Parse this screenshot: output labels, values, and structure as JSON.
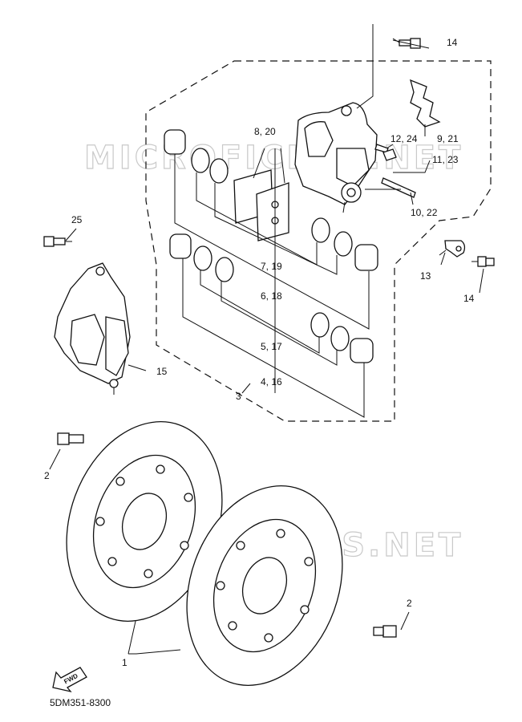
{
  "labels": {
    "l1": "1",
    "l2a": "2",
    "l2b": "2",
    "l3": "3",
    "l4_16": "4, 16",
    "l5_17": "5, 17",
    "l6_18": "6, 18",
    "l7_19": "7, 19",
    "l8_20": "8, 20",
    "l9_21": "9, 21",
    "l10_22": "10, 22",
    "l11_23": "11, 23",
    "l12_24": "12, 24",
    "l13": "13",
    "l14a": "14",
    "l14b": "14",
    "l15": "15",
    "l25": "25"
  },
  "watermarks": {
    "top": "MICROFICHES.NET",
    "bottom": "MICROFICHES.NET"
  },
  "fwd_label": "FWD",
  "diagram_code": "5DM351-8300"
}
